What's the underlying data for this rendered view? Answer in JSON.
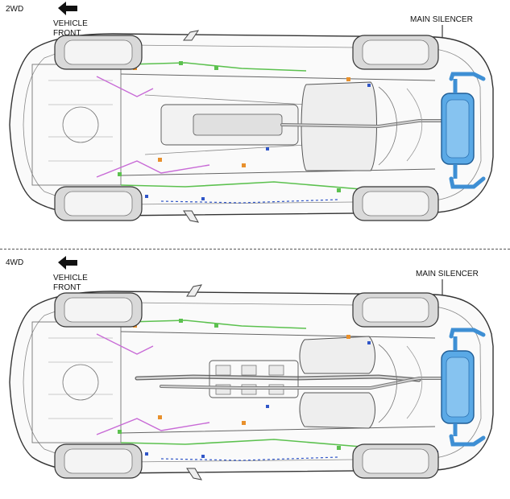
{
  "panels": [
    {
      "drive_label": "2WD",
      "front_label_line1": "VEHICLE",
      "front_label_line2": "FRONT",
      "component_label": "MAIN SILENCER"
    },
    {
      "drive_label": "4WD",
      "front_label_line1": "VEHICLE",
      "front_label_line2": "FRONT",
      "component_label": "MAIN SILENCER"
    }
  ],
  "colors": {
    "outline": "#333333",
    "silencer": "#5aa9e6",
    "harness_green": "#5cc14f",
    "harness_magenta": "#c86ad6",
    "clip_orange": "#e8902c",
    "clip_blue": "#3056c8"
  },
  "icons": {
    "front_arrow": "arrow-left-icon"
  }
}
